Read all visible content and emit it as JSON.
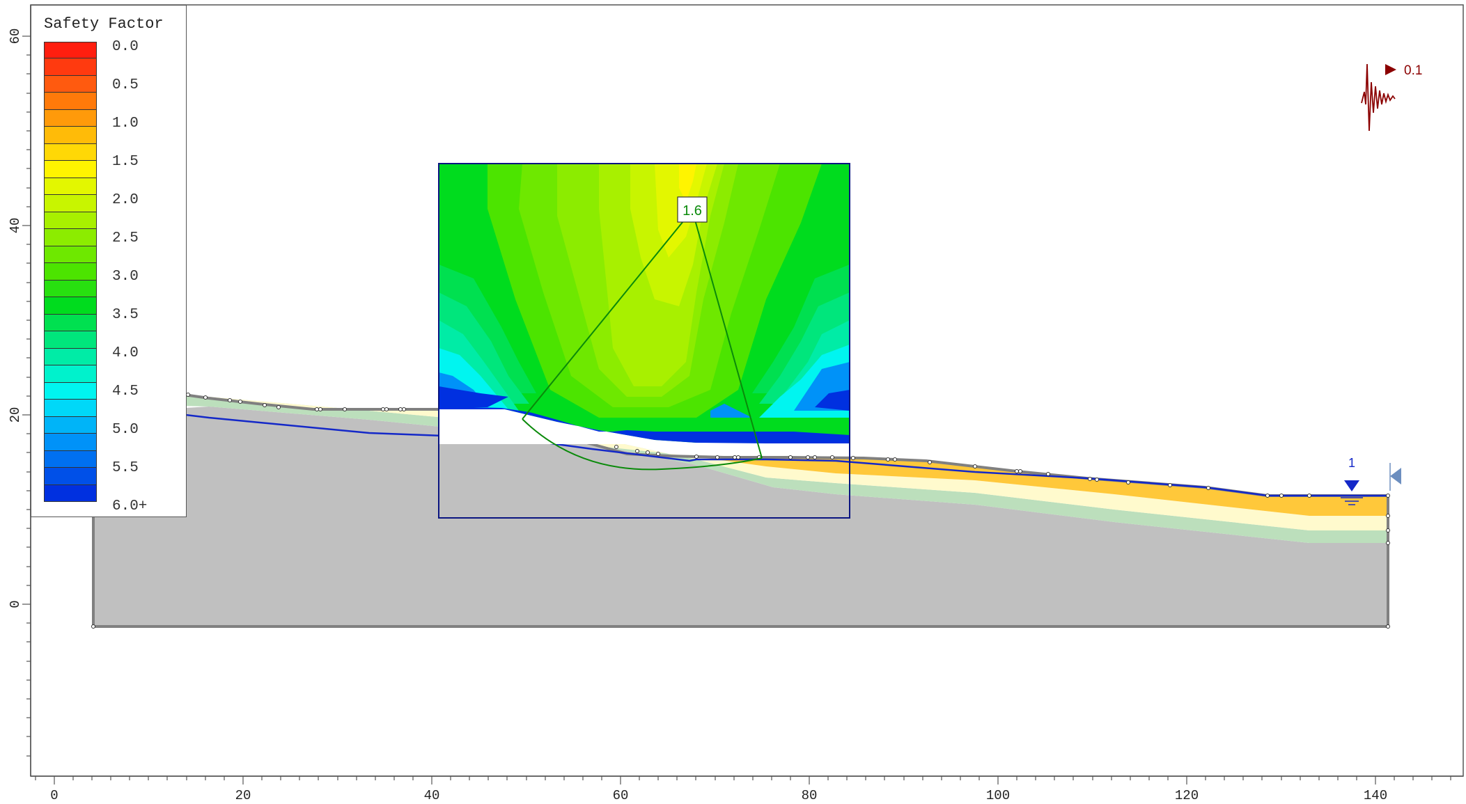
{
  "legend": {
    "title": "Safety Factor",
    "labels": [
      "0.0",
      "0.5",
      "1.0",
      "1.5",
      "2.0",
      "2.5",
      "3.0",
      "3.5",
      "4.0",
      "4.5",
      "5.0",
      "5.5",
      "6.0+"
    ],
    "colors": [
      "#ff1e0f",
      "#ff3a0f",
      "#ff5a0f",
      "#ff7a0a",
      "#ff9a0a",
      "#ffbb08",
      "#ffd806",
      "#fff400",
      "#e3f700",
      "#c8f500",
      "#a8f000",
      "#8cec00",
      "#6ee800",
      "#4ce400",
      "#28e010",
      "#00dc1e",
      "#00e050",
      "#00e67c",
      "#00eca6",
      "#00f2cc",
      "#00f5f0",
      "#00d8f8",
      "#00b4f8",
      "#0092f8",
      "#0070f0",
      "#0050e8",
      "#0030e0"
    ]
  },
  "axes": {
    "x_ticks": [
      "0",
      "20",
      "40",
      "60",
      "80",
      "100",
      "120",
      "140"
    ],
    "y_ticks": [
      "0",
      "20",
      "40",
      "60"
    ]
  },
  "critical_surface": {
    "factor_of_safety": "1.6"
  },
  "seismic": {
    "coefficient": "0.1"
  },
  "water_table": {
    "label": "1"
  },
  "colors": {
    "ground": "#c0c0c0",
    "layer_yellow": "#fffacd",
    "layer_green": "#bcdfbc",
    "layer_orange": "#ffc83a",
    "surface_line": "#808080",
    "piezometric_line": "#1428c8",
    "grid_box": "#0a1480",
    "slip_surface": "#0a8a0a",
    "seismic_arrow": "#8b0000"
  }
}
